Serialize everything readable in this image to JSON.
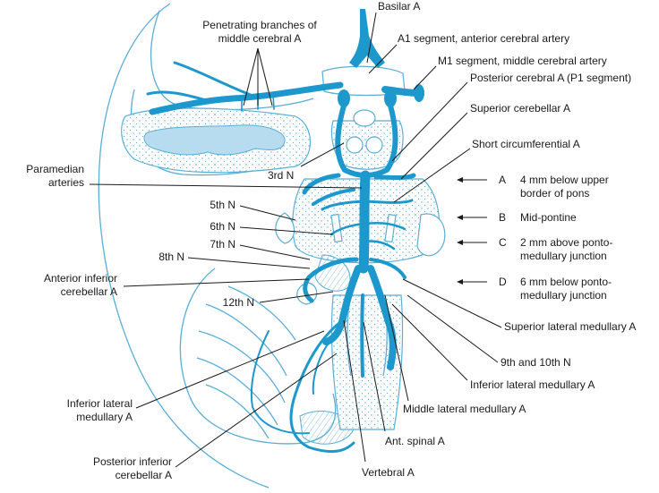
{
  "colors": {
    "artery": "#1d98cc",
    "outline": "#5aaed6",
    "text": "#1a1a1a",
    "background": "#ffffff"
  },
  "labels": {
    "basilar": "Basilar A",
    "penetrating_l1": "Penetrating branches of",
    "penetrating_l2": "middle cerebral A",
    "a1": "A1 segment, anterior cerebral artery",
    "m1": "M1 segment, middle cerebral artery",
    "pca": "Posterior cerebral A (P1 segment)",
    "sca": "Superior cerebellar A",
    "short_circ": "Short circumferential A",
    "paramedian_l1": "Paramedian",
    "paramedian_l2": "arteries",
    "third_n": "3rd N",
    "fifth_n": "5th N",
    "sixth_n": "6th N",
    "seventh_n": "7th N",
    "eighth_n": "8th N",
    "aica_l1": "Anterior inferior",
    "aica_l2": "cerebellar A",
    "twelfth_n": "12th N",
    "sup_lat_med": "Superior lateral medullary A",
    "ninth_tenth": "9th and 10th N",
    "inf_lat_med_r": "Inferior lateral medullary A",
    "mid_lat_med": "Middle lateral medullary A",
    "ant_spinal": "Ant. spinal A",
    "vertebral": "Vertebral A",
    "inf_lat_med_l1": "Inferior lateral",
    "inf_lat_med_l2": "medullary A",
    "pica_l1": "Posterior inferior",
    "pica_l2": "cerebellar A"
  },
  "levels": [
    {
      "letter": "A",
      "line1": "4 mm below upper",
      "line2": "border of pons"
    },
    {
      "letter": "B",
      "line1": "Mid-pontine",
      "line2": ""
    },
    {
      "letter": "C",
      "line1": "2 mm above ponto-",
      "line2": "medullary junction"
    },
    {
      "letter": "D",
      "line1": "6 mm below ponto-",
      "line2": "medullary junction"
    }
  ]
}
